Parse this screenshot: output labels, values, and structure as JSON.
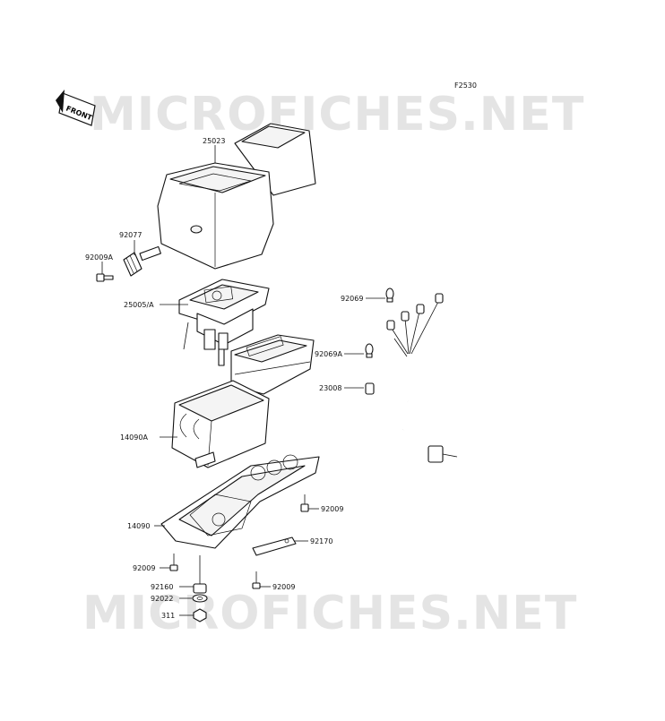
{
  "figure_code": "F2530",
  "front_label": "FRONT",
  "watermark": "MICROFICHES.NET",
  "parts": [
    {
      "id": "lbl-25023",
      "text": "25023"
    },
    {
      "id": "lbl-92077",
      "text": "92077"
    },
    {
      "id": "lbl-92009A",
      "text": "92009A"
    },
    {
      "id": "lbl-25005A",
      "text": "25005/A"
    },
    {
      "id": "lbl-92069",
      "text": "92069"
    },
    {
      "id": "lbl-92069A",
      "text": "92069A"
    },
    {
      "id": "lbl-23008",
      "text": "23008"
    },
    {
      "id": "lbl-14090A",
      "text": "14090A"
    },
    {
      "id": "lbl-92009-r",
      "text": "92009"
    },
    {
      "id": "lbl-14090",
      "text": "14090"
    },
    {
      "id": "lbl-92170",
      "text": "92170"
    },
    {
      "id": "lbl-92009-l",
      "text": "92009"
    },
    {
      "id": "lbl-92160",
      "text": "92160"
    },
    {
      "id": "lbl-92009-b",
      "text": "92009"
    },
    {
      "id": "lbl-92022",
      "text": "92022"
    },
    {
      "id": "lbl-311",
      "text": "311"
    }
  ]
}
